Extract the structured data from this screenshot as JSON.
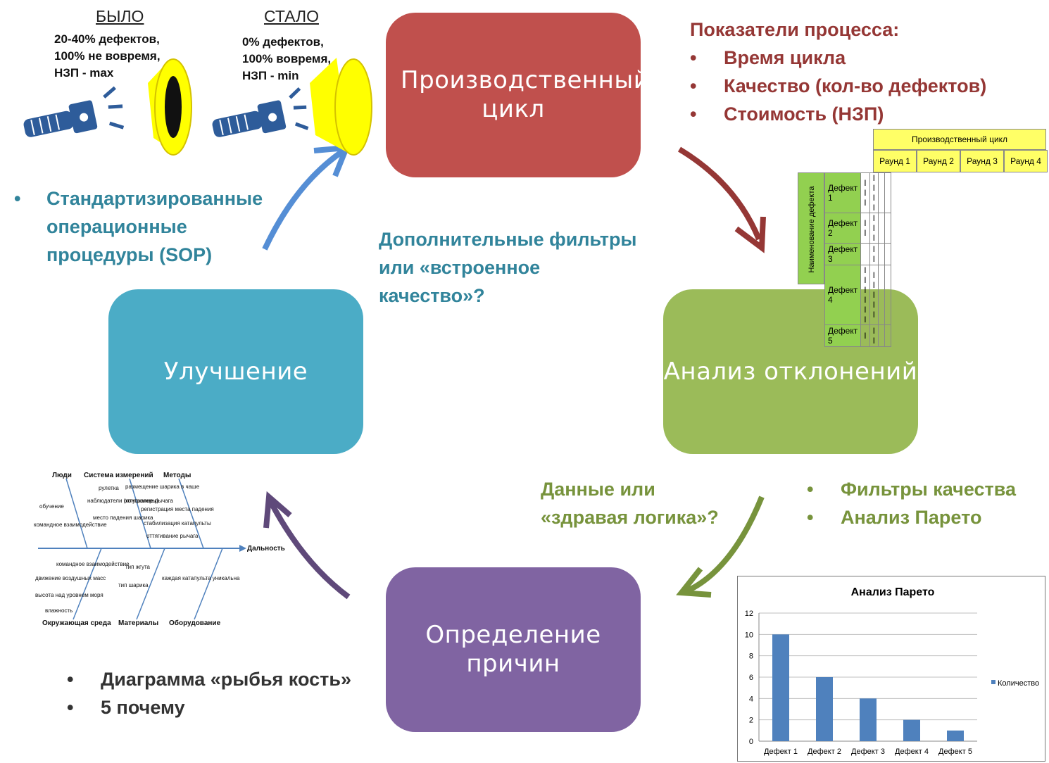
{
  "boxes": {
    "production": "Производственный цикл",
    "analysis": "Анализ отклонений",
    "causes": "Определение причин",
    "improvement": "Улучшение"
  },
  "flashlights": {
    "before": {
      "label": "БЫЛО",
      "lines": [
        "20-40% дефектов,",
        "100% не вовремя,",
        "НЗП - max"
      ]
    },
    "after": {
      "label": "СТАЛО",
      "lines": [
        "0% дефектов,",
        "100% вовремя,",
        "НЗП - min"
      ]
    }
  },
  "metrics": {
    "title": "Показатели процесса:",
    "items": [
      "Время цикла",
      "Качество (кол-во дефектов)",
      "Стоимость (НЗП)"
    ]
  },
  "sop_note": "Стандартизированные операционные процедуры (SOP)",
  "builtin_question": [
    "Дополнительные фильтры",
    "или «встроенное",
    "качество»?"
  ],
  "data_question": [
    "Данные или",
    "«здравая логика»?"
  ],
  "quality_tools": [
    "Фильтры качества",
    "Анализ Парето"
  ],
  "cause_tools": [
    "Диаграмма «рыбья кость»",
    "5 почему"
  ],
  "defect_table": {
    "title": "Производственный цикл",
    "rounds": [
      "Раунд 1",
      "Раунд 2",
      "Раунд 3",
      "Раунд 4"
    ],
    "side_label": "Наименование дефекта",
    "rows": [
      {
        "name": "Дефект 1",
        "cells": [
          "I I I",
          "I I I I",
          "",
          ""
        ]
      },
      {
        "name": "Дефект 2",
        "cells": [
          "I I",
          "I I I",
          "",
          ""
        ]
      },
      {
        "name": "Дефект 3",
        "cells": [
          "",
          "I I",
          "",
          ""
        ]
      },
      {
        "name": "Дефект 4",
        "cells": [
          "I I I I I I",
          "I I I I I",
          "",
          ""
        ]
      },
      {
        "name": "Дефект 5",
        "cells": [
          "I",
          "I I",
          "",
          ""
        ]
      }
    ]
  },
  "fishbone": {
    "effect": "Дальность",
    "top_categories": [
      "Люди",
      "Система измерений",
      "Методы"
    ],
    "bottom_categories": [
      "Окружающая среда",
      "Материалы",
      "Оборудование"
    ],
    "causes_people": [
      "обучение",
      "командное взаимодействие"
    ],
    "causes_measure": [
      "рулетка",
      "наблюдатели (контролеры)",
      "место падения шарика"
    ],
    "causes_methods": [
      "размещение шарика в чаше",
      "отпускание рычага",
      "регистрация места падения",
      "стабилизация катапульты",
      "оттягивание рычага"
    ],
    "causes_env": [
      "командное взаимодействие",
      "движение воздушных масс",
      "высота над уровнем моря",
      "влажность"
    ],
    "causes_materials": [
      "тип жгута",
      "тип шарика"
    ],
    "causes_equipment": [
      "каждая катапульта уникальна"
    ]
  },
  "chart_data": {
    "type": "bar",
    "title": "Анализ Парето",
    "categories": [
      "Дефект 1",
      "Дефект 2",
      "Дефект 3",
      "Дефект 4",
      "Дефект 5"
    ],
    "series": [
      {
        "name": "Количество",
        "values": [
          10,
          6,
          4,
          2,
          1
        ]
      }
    ],
    "ylim": [
      0,
      12
    ],
    "yticks": [
      0,
      2,
      4,
      6,
      8,
      10,
      12
    ],
    "legend": "right",
    "grid": true,
    "color": "#4f81bd"
  },
  "colors": {
    "production": "#c0504d",
    "analysis": "#9bbb59",
    "causes": "#8064a2",
    "improvement": "#4bacc6",
    "metrics_text": "#953735",
    "teal_text": "#31849b",
    "green_text": "#77933c",
    "arrow_red": "#953735",
    "arrow_green": "#77933c",
    "arrow_purple": "#5f497a",
    "arrow_blue": "#558ed5",
    "flash_yellow": "#ffff00",
    "flash_body": "#2e5c9a"
  }
}
